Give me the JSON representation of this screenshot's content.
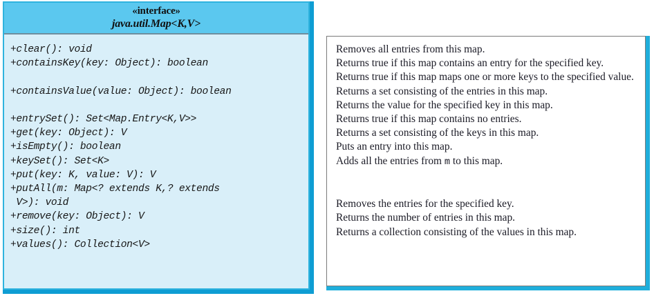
{
  "diagram": {
    "title": "java.util.Map<K,V> interface UML class diagram",
    "colors": {
      "header_fill": "#5BC8EF",
      "body_fill": "#D9EFF9",
      "border": "#2FB3DE",
      "shadow": "#0E9DD3",
      "desc_border": "#7A7A7A",
      "desc_accent": "#1FAEDB",
      "text": "#161616"
    }
  },
  "uml": {
    "stereotype": "«interface»",
    "type_name": "java.util.Map<K,V>",
    "methods": [
      {
        "signature": "+clear(): void"
      },
      {
        "signature": "+containsKey(key: Object): boolean"
      },
      {
        "signature": ""
      },
      {
        "signature": "+containsValue(value: Object): boolean"
      },
      {
        "signature": ""
      },
      {
        "signature": "+entrySet(): Set<Map.Entry<K,V>>"
      },
      {
        "signature": "+get(key: Object): V"
      },
      {
        "signature": "+isEmpty(): boolean"
      },
      {
        "signature": "+keySet(): Set<K>"
      },
      {
        "signature": "+put(key: K, value: V): V"
      },
      {
        "signature": "+putAll(m: Map<? extends K,? extends"
      },
      {
        "signature": " V>): void"
      },
      {
        "signature": "+remove(key: Object): V"
      },
      {
        "signature": "+size(): int"
      },
      {
        "signature": "+values(): Collection<V>"
      }
    ]
  },
  "descriptions": {
    "items": [
      {
        "text": "Removes all entries from this map."
      },
      {
        "text": "Returns true if this map contains an entry for the specified key."
      },
      {
        "text": "Returns true if this map maps one or more keys to the specified value."
      },
      {
        "text": "Returns a set consisting of the entries in this map."
      },
      {
        "text": "Returns the value for the specified key in this map."
      },
      {
        "text": "Returns true if this map contains no entries."
      },
      {
        "text": "Returns a set consisting of the keys in this map."
      },
      {
        "text": "Puts an entry into this map."
      },
      {
        "text_before": "Adds all the entries from ",
        "mono": "m",
        "text_after": " to this map."
      },
      {
        "text": ""
      },
      {
        "text": ""
      },
      {
        "text": "Removes the entries for the specified key."
      },
      {
        "text": "Returns the number of entries in this map."
      },
      {
        "text": "Returns a collection consisting of the values in this map."
      }
    ]
  }
}
